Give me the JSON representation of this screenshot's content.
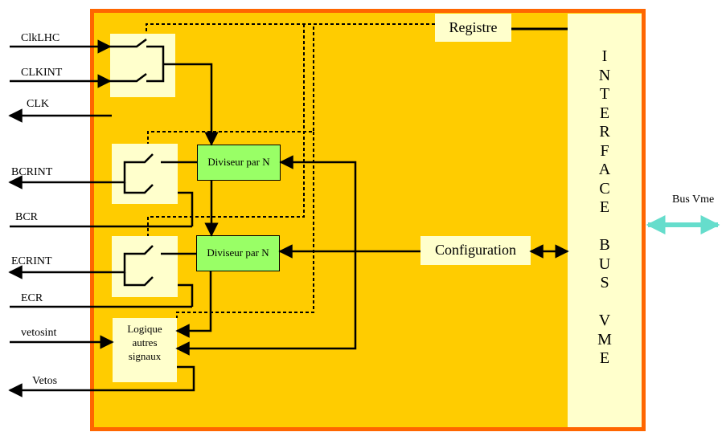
{
  "colors": {
    "frame_border": "#ff6600",
    "frame_fill": "#ffcc00",
    "pale_box": "#ffffcc",
    "divider_fill": "#99ff66",
    "bus_arrow": "#66ddcc",
    "line": "#000000"
  },
  "inputs": {
    "clklhc": "ClkLHC",
    "clkint": "CLKINT",
    "clk": "CLK",
    "bcrint": "BCRINT",
    "bcr": "BCR",
    "ecrint": "ECRINT",
    "ecr": "ECR",
    "vetosint": "vetosint",
    "vetos": "Vetos"
  },
  "blocks": {
    "registre": "Registre",
    "configuration": "Configuration",
    "divider_1": "Diviseur par N",
    "divider_2": "Diviseur par N",
    "logic_line1": "Logique",
    "logic_line2": "autres",
    "logic_line3": "signaux"
  },
  "interface_letters": [
    "I",
    "N",
    "T",
    "E",
    "R",
    "F",
    "A",
    "C",
    "E",
    "",
    "B",
    "U",
    "S",
    "",
    "V",
    "M",
    "E"
  ],
  "bus_label": "Bus Vme"
}
